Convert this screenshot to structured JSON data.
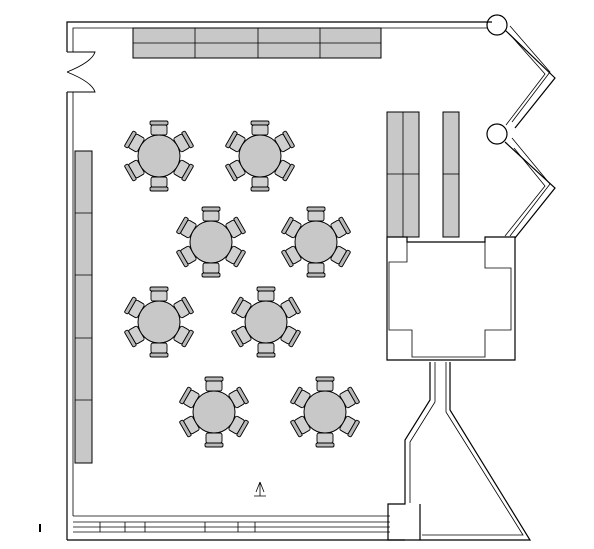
{
  "plan": {
    "round_tables": [
      {
        "id": "t1"
      },
      {
        "id": "t2"
      },
      {
        "id": "t3"
      },
      {
        "id": "t4"
      },
      {
        "id": "t5"
      },
      {
        "id": "t6"
      },
      {
        "id": "t7"
      },
      {
        "id": "t8"
      }
    ],
    "chairs_per_table": 6,
    "counters": [
      {
        "id": "top-counter",
        "segments": 4
      },
      {
        "id": "left-counter",
        "segments": 5
      },
      {
        "id": "right-counter-a",
        "segments": 4
      },
      {
        "id": "right-counter-b",
        "segments": 2
      }
    ],
    "colors": {
      "furniture_fill": "#c8c8c8",
      "line": "#000000",
      "background": "#ffffff"
    }
  }
}
